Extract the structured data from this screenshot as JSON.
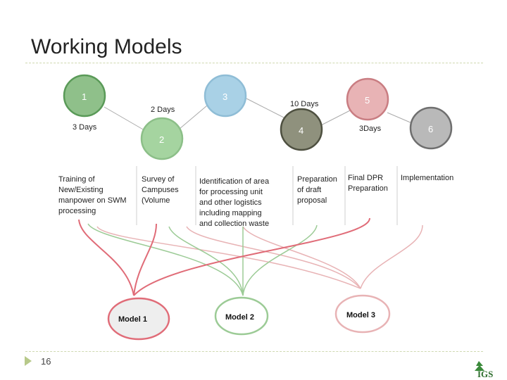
{
  "slide": {
    "title": "Working Models",
    "page_number": "16",
    "logo_text": "IGS"
  },
  "steps": [
    {
      "id": "1",
      "color": "#8fc08a",
      "border": "#5a9a58"
    },
    {
      "id": "2",
      "color": "#a5d4a0",
      "border": "#8cbf88"
    },
    {
      "id": "3",
      "color": "#a9d1e6",
      "border": "#8fbdd6"
    },
    {
      "id": "4",
      "color": "#8f917d",
      "border": "#4e5040"
    },
    {
      "id": "5",
      "color": "#e8b3b5",
      "border": "#c97d82"
    },
    {
      "id": "6",
      "color": "#b9b9b9",
      "border": "#6f6f6f"
    }
  ],
  "durations": [
    "3 Days",
    "2 Days",
    "10 Days",
    "3Days"
  ],
  "activities": [
    {
      "lines": [
        "Training of",
        "New/Existing",
        "manpower on SWM",
        "processing"
      ]
    },
    {
      "lines": [
        "Survey of",
        "Campuses",
        "(Volume"
      ]
    },
    {
      "lines": [
        "Identification of area",
        "for processing unit",
        "and other logistics",
        "including mapping",
        "and collection waste"
      ]
    },
    {
      "lines": [
        "Preparation",
        "of draft",
        "proposal"
      ]
    },
    {
      "lines": [
        "Final DPR",
        "Preparation"
      ]
    },
    {
      "lines": [
        "Implementation"
      ]
    }
  ],
  "models": [
    {
      "label": "Model 1",
      "border": "#e06c78",
      "fill": "#eeeeee"
    },
    {
      "label": "Model 2",
      "border": "#9ccb96",
      "fill": "#ffffff"
    },
    {
      "label": "Model 3",
      "border": "#e8b3b5",
      "fill": "#ffffff"
    }
  ],
  "colors": {
    "model1_line": "#e06c78",
    "model2_line": "#9ccb96",
    "model3_line": "#e8b3b5",
    "connector": "#aaaaaa"
  }
}
